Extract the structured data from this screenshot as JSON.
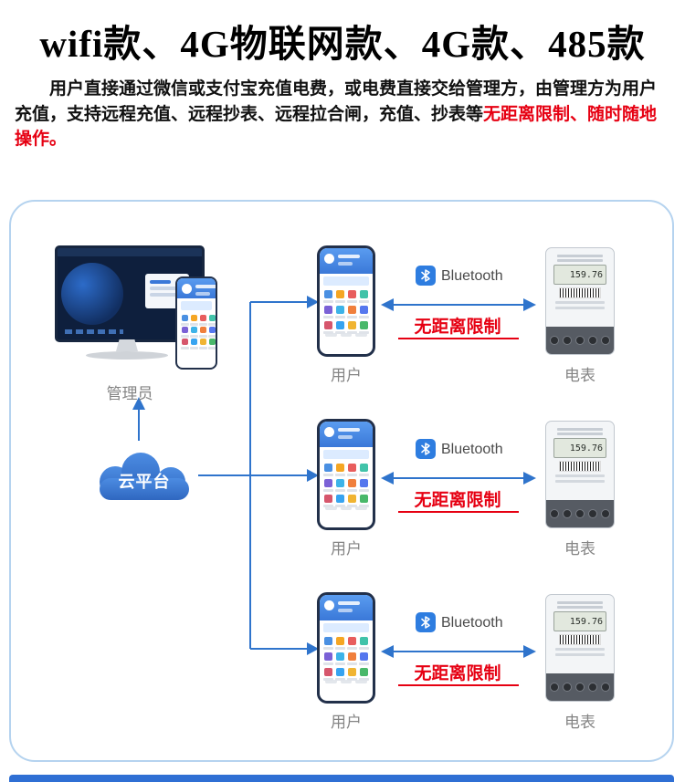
{
  "page": {
    "title": "wifi款、4G物联网款、4G款、485款",
    "intro_text": "用户直接通过微信或支付宝充值电费，或电费直接交给管理方，由管理方为用户充值，支持远程充值、远程抄表、远程拉合闸，充值、抄表等",
    "intro_highlight": "无距离限制、随时随地操作。"
  },
  "diagram": {
    "admin_label": "管理员",
    "cloud_label": "云平台",
    "rows": [
      {
        "user_label": "用户",
        "bluetooth_label": "Bluetooth",
        "restriction_label": "无距离限制",
        "meter_label": "电表",
        "meter_reading": "159.76"
      },
      {
        "user_label": "用户",
        "bluetooth_label": "Bluetooth",
        "restriction_label": "无距离限制",
        "meter_label": "电表",
        "meter_reading": "159.76"
      },
      {
        "user_label": "用户",
        "bluetooth_label": "Bluetooth",
        "restriction_label": "无距离限制",
        "meter_label": "电表",
        "meter_reading": "159.76"
      }
    ]
  },
  "colors": {
    "accent_blue": "#2f74cc",
    "highlight_red": "#e60012",
    "frame_border": "#b5d3ef"
  }
}
